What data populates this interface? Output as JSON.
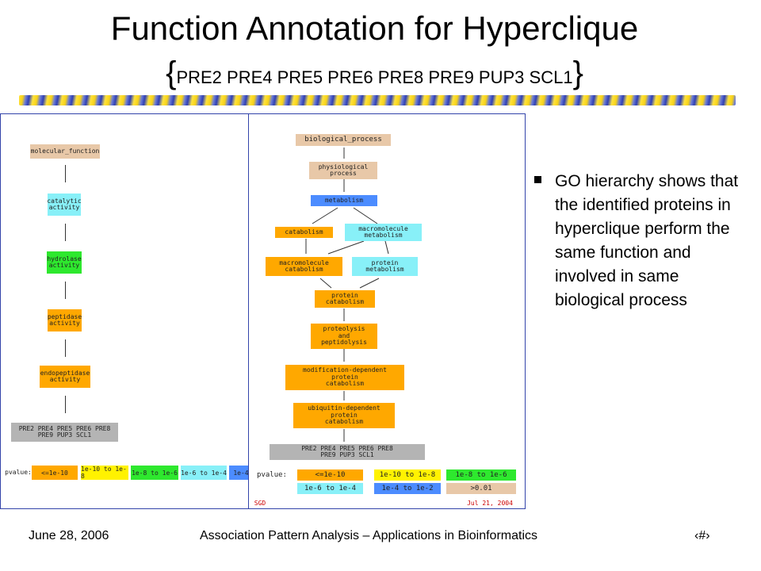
{
  "slide": {
    "title": "Function  Annotation for Hyperclique",
    "brace_open": "{",
    "genes": "PRE2 PRE4 PRE5 PRE6 PRE8 PRE9 PUP3 SCL1",
    "brace_close": "}",
    "bullet": "GO hierarchy shows that the identified proteins in hyperclique perform the same function and involved in same biological process",
    "footer_date": "June 28, 2006",
    "footer_center": "Association Pattern Analysis – Applications in Bioinformatics",
    "footer_page": "‹#›"
  },
  "left_panel": {
    "nodes": [
      "molecular_function",
      "catalytic\nactivity",
      "hydrolase\nactivity",
      "peptidase\nactivity",
      "endopeptidase\nactivity",
      "PRE2 PRE4 PRE5 PRE6 PRE8\nPRE9 PUP3 SCL1"
    ],
    "pvalue_label": "pvalue:",
    "legend": [
      "<=1e-10",
      "1e-10 to 1e-8",
      "1e-8 to 1e-6",
      "1e-6 to 1e-4",
      "1e-4"
    ]
  },
  "right_panel": {
    "nodes": [
      "biological_process",
      "physiological\nprocess",
      "metabolism",
      "catabolism",
      "macromolecule\nmetabolism",
      "macromolecule\ncatabolism",
      "protein\nmetabolism",
      "protein\ncatabolism",
      "proteolysis\nand\npeptidolysis",
      "modification-dependent\nprotein\ncatabolism",
      "ubiquitin-dependent\nprotein\ncatabolism",
      "PRE2 PRE4 PRE5 PRE6 PRE8\nPRE9 PUP3 SCL1"
    ],
    "pvalue_label": "pvalue:",
    "legend": [
      "<=1e-10",
      "1e-10 to 1e-8",
      "1e-8 to 1e-6",
      "1e-6 to 1e-4",
      "1e-4 to 1e-2",
      ">0.01"
    ],
    "sgd": "SGD",
    "date": "Jul 21, 2004"
  },
  "colors": {
    "tan": "#e8c8a8",
    "cyan": "#88f0f8",
    "green": "#2ee82e",
    "orange": "#ffa800",
    "blue": "#4c8cff",
    "yellow": "#fff200",
    "gray": "#b4b4b4",
    "red_text": "#cc0000"
  }
}
